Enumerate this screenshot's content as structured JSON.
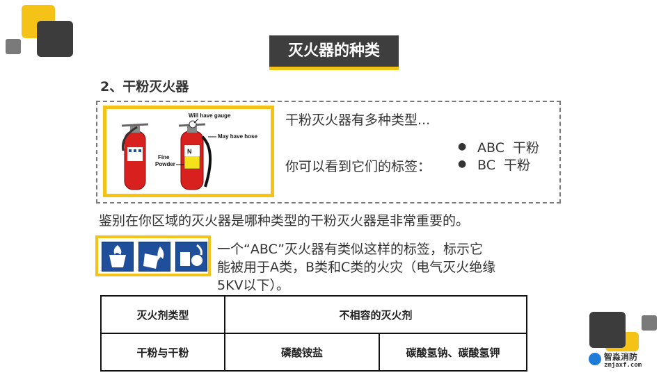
{
  "title": "灭火器的种类",
  "subtitle": "2、干粉灭火器",
  "extinguisher_image": {
    "labels": {
      "gauge": "Will have gauge",
      "hose": "May have hose",
      "fine_powder": "Fine\nPowder",
      "nameplate": "N"
    }
  },
  "types_text": "干粉灭火器有多种类型...",
  "label_text": "你可以看到它们的标签：",
  "bullets": [
    "ABC  干粉",
    "BC  干粉"
  ],
  "important_text": "鉴别在你区域的灭火器是哪种类型的干粉灭火器是非常重要的。",
  "abc_text": [
    "一个“ABC”灭火器有类似这样的标签，标示它",
    "能被用于A类，B类和C类的火灾（电气灭火绝缘",
    "5KV以下）。"
  ],
  "table": {
    "header": [
      "灭火剂类型",
      "不相容的灭火剂"
    ],
    "row": [
      "干粉与干粉",
      "磷酸铵盐",
      "碳酸氢钠、碳酸氢钾"
    ]
  },
  "brand": {
    "name": "智淼消防",
    "url": "zmjaxf.com"
  },
  "colors": {
    "accent": "#F5C218",
    "dark": "#3E3E3E",
    "sign_blue": "#1F4E9A",
    "extinguisher_red": "#D8201F"
  }
}
